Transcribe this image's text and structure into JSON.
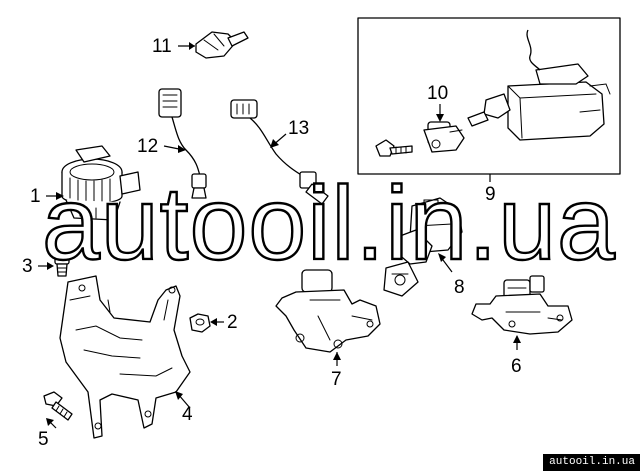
{
  "callouts": {
    "c1": "1",
    "c2": "2",
    "c3": "3",
    "c4": "4",
    "c5": "5",
    "c6": "6",
    "c7": "7",
    "c8": "8",
    "c9": "9",
    "c10": "10",
    "c11": "11",
    "c12": "12",
    "c13": "13"
  },
  "watermark": "autooil.in.ua",
  "site_badge": "autooil.in.ua",
  "colors": {
    "line": "#000000",
    "background": "#ffffff",
    "badge": "#000000"
  }
}
